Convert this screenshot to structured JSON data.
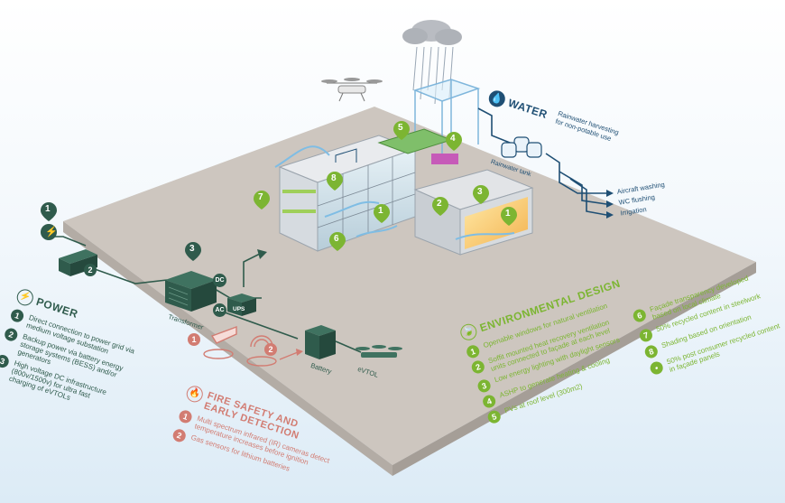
{
  "colors": {
    "slab_top": "#cdc6bf",
    "slab_side": "#b9b2ab",
    "power": "#2f5b4c",
    "water": "#1f4f74",
    "environment": "#7cb532",
    "fire": "#d27c72",
    "airflow": "#7fbde4"
  },
  "water": {
    "title": "WATER",
    "icon": "water-drop-icon",
    "description_line1": "Rainwater harvesting",
    "description_line2": "for non-potable use",
    "tank_label": "Rainwater tank",
    "uses": [
      "Aircraft washing",
      "WC flushing",
      "Irrigation"
    ]
  },
  "power": {
    "title": "POWER",
    "icon": "lightning-icon",
    "items": [
      {
        "num": "1",
        "text_lines": [
          "Direct connection to power grid via",
          "medium voltage substation"
        ]
      },
      {
        "num": "2",
        "text_lines": [
          "Backup power via battery energy",
          "storage systems (BESS) and/or",
          "generators"
        ]
      },
      {
        "num": "3",
        "text_lines": [
          "High voltage DC infrastructure",
          "(800v/1500v) for ultra fast",
          "charging of eVTOLs"
        ]
      }
    ],
    "labels": {
      "transformer": "Transformer",
      "dc": "DC",
      "ac": "AC",
      "ups": "UPS",
      "battery": "Battery",
      "evtol": "eVTOL"
    }
  },
  "environmental": {
    "title": "ENVIRONMENTAL DESIGN",
    "icon": "leaf-icon",
    "items_left": [
      {
        "num": "1",
        "text_lines": [
          "Openable windows for natural ventilation"
        ]
      },
      {
        "num": "2",
        "text_lines": [
          "Soffit mounted heat recovery ventilation",
          "units connected to façade at each level"
        ]
      },
      {
        "num": "3",
        "text_lines": [
          "Low energy lighting with daylight sensors"
        ]
      },
      {
        "num": "4",
        "text_lines": [
          "ASHP to generate heating & cooling"
        ]
      },
      {
        "num": "5",
        "text_lines": [
          "PVs at roof level (300m2)"
        ]
      }
    ],
    "items_right": [
      {
        "num": "6",
        "text_lines": [
          "Façade transparency developed",
          "based on local climate"
        ]
      },
      {
        "num": "7",
        "text_lines": [
          "50% recycled content in steelwork"
        ]
      },
      {
        "num": "8",
        "text_lines": [
          "Shading based on orientation"
        ]
      },
      {
        "num": "•",
        "text_lines": [
          "50% post consumer recycled content",
          "in façade panels"
        ]
      }
    ]
  },
  "fire": {
    "title_line1": "FIRE SAFETY AND",
    "title_line2": "EARLY DETECTION",
    "icon": "flame-icon",
    "items": [
      {
        "num": "1",
        "text_lines": [
          "Multi spectrum infrared (IR) cameras detect",
          "temperature increases before ignition"
        ]
      },
      {
        "num": "2",
        "text_lines": [
          "Gas sensors for lithium batteries"
        ]
      }
    ]
  },
  "map_markers": [
    "1",
    "2",
    "3",
    "4",
    "5",
    "6",
    "7",
    "8"
  ]
}
